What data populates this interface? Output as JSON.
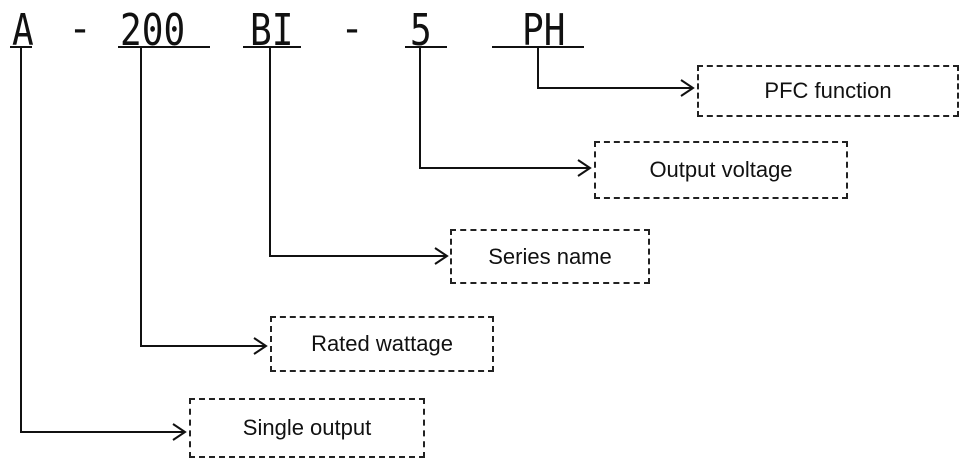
{
  "code_parts": [
    {
      "id": "a",
      "text": "A"
    },
    {
      "id": "wattage",
      "text": "200"
    },
    {
      "id": "series",
      "text": "BI"
    },
    {
      "id": "voltage",
      "text": "5"
    },
    {
      "id": "pfc",
      "text": "PH"
    }
  ],
  "separators": [
    "-",
    "-"
  ],
  "labels": {
    "pfc": "PFC function",
    "voltage": "Output voltage",
    "series": "Series name",
    "wattage": "Rated wattage",
    "a": "Single output"
  },
  "colors": {
    "line": "#111111",
    "text": "#111111",
    "box_border": "#222222"
  }
}
